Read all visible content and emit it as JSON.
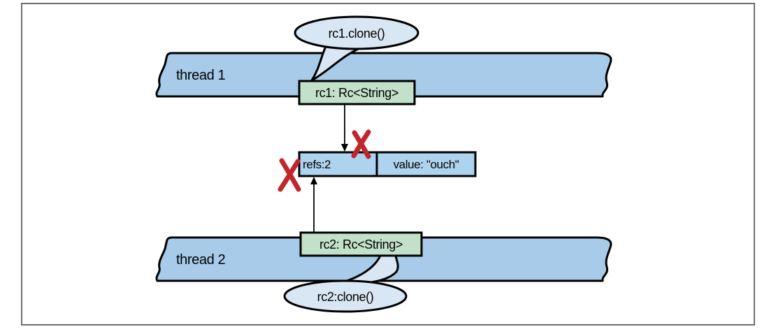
{
  "colors": {
    "ribbon": "#a7cbe8",
    "bubble": "#d9e7f4",
    "rc_box": "#c3e1c8",
    "heap_box": "#aed3ee",
    "x_mark": "#c0262c",
    "stroke": "#000000",
    "frame": "#6e6e6e"
  },
  "threads": [
    {
      "label": "thread 1"
    },
    {
      "label": "thread 2"
    }
  ],
  "bubbles": [
    {
      "label": "rc1.clone()"
    },
    {
      "label": "rc2:clone()"
    }
  ],
  "rc_boxes": [
    {
      "label": "rc1: Rc<String>"
    },
    {
      "label": "rc2: Rc<String>"
    }
  ],
  "heap": {
    "refs_label": "refs:2",
    "value_label": "value: \"ouch\""
  }
}
